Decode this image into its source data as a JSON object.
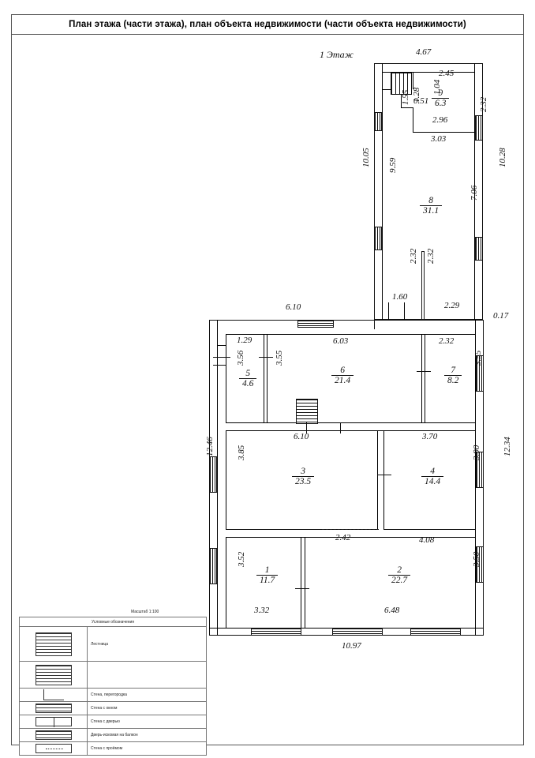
{
  "title": "План этажа (части этажа), план объекта недвижимости  (части объекта недвижимости)",
  "floor_label": "1 Этаж",
  "scale_label": "Масштаб 1:100",
  "rooms": [
    {
      "num": "1",
      "area": "11.7"
    },
    {
      "num": "2",
      "area": "22.7"
    },
    {
      "num": "3",
      "area": "23.5"
    },
    {
      "num": "4",
      "area": "14.4"
    },
    {
      "num": "5",
      "area": "4.6"
    },
    {
      "num": "6",
      "area": "21.4"
    },
    {
      "num": "7",
      "area": "8.2"
    },
    {
      "num": "8",
      "area": "31.1"
    },
    {
      "num": "9",
      "area": "6.3"
    }
  ],
  "dimensions": {
    "top_upper": "4.67",
    "r9_top": "2.45",
    "r9_stair": "1.04",
    "r9_right": "2.32",
    "r9_left_a": "0.51",
    "r9_left_b": "1.28",
    "r9_left_c": "1.55",
    "r9_bottom": "2.96",
    "r8_top": "3.03",
    "left_outer_10_05": "10.05",
    "left_inner_9_59": "9.59",
    "right_outer_10_28": "10.28",
    "right_inner_7_06": "7.06",
    "r8_bot_a": "2.32",
    "r8_bot_b": "2.32",
    "r8_bot_1_60": "1.60",
    "r8_bot_2_29": "2.29",
    "offset_0_17": "0.17",
    "mid_top_6_10": "6.10",
    "r5_top_1_29": "1.29",
    "r6_top_6_03": "6.03",
    "r7_top_2_32": "2.32",
    "r5_left_3_56": "3.56",
    "r5_right_3_55": "3.55",
    "r7_right_3_55": "3.55",
    "left_12_46": "12.46",
    "right_12_34": "12.34",
    "r3_top_6_10": "6.10",
    "r3_left_3_85": "3.85",
    "r4_top_3_70": "3.70",
    "r4_right_3_90": "3.90",
    "mid_2_42": "2.42",
    "r2_top_4_08": "4.08",
    "r1_left_3_52": "3.52",
    "r1_bottom_3_32": "3.32",
    "r2_bottom_6_48": "6.48",
    "r2_right_3_50": "3.50",
    "bottom_10_97": "10.97"
  },
  "legend": {
    "header": "Условные обозначения",
    "rows": [
      {
        "symbol": "stairs-symbol",
        "label": "Лестница"
      },
      {
        "symbol": "stairs-symbol-2",
        "label": ""
      },
      {
        "symbol": "wall-partition-symbol",
        "label": "Стена, перегородка"
      },
      {
        "symbol": "wall-window-symbol",
        "label": "Стена с окном"
      },
      {
        "symbol": "wall-door-symbol",
        "label": "Стена с дверью"
      },
      {
        "symbol": "balcony-door-symbol",
        "label": "Дверь-искомая на балкон"
      },
      {
        "symbol": "wall-opening-symbol",
        "label": "Стена с проёмом"
      }
    ]
  }
}
